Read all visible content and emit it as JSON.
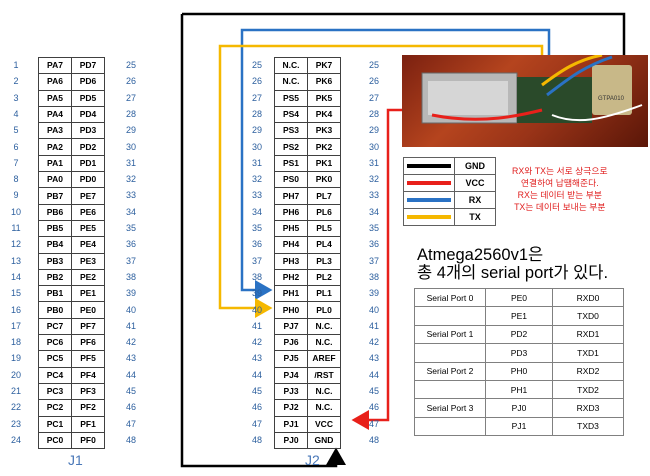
{
  "j1": {
    "left_numbers": [
      "1",
      "2",
      "3",
      "4",
      "5",
      "6",
      "7",
      "8",
      "9",
      "10",
      "11",
      "12",
      "13",
      "14",
      "15",
      "16",
      "17",
      "18",
      "19",
      "20",
      "21",
      "22",
      "23",
      "24"
    ],
    "right_numbers": [
      "25",
      "26",
      "27",
      "28",
      "29",
      "30",
      "31",
      "32",
      "33",
      "34",
      "35",
      "36",
      "37",
      "38",
      "39",
      "40",
      "41",
      "42",
      "43",
      "44",
      "45",
      "46",
      "47",
      "48"
    ],
    "col1": [
      "PA7",
      "PA6",
      "PA5",
      "PA4",
      "PA3",
      "PA2",
      "PA1",
      "PA0",
      "PB7",
      "PB6",
      "PB5",
      "PB4",
      "PB3",
      "PB2",
      "PB1",
      "PB0",
      "PC7",
      "PC6",
      "PC5",
      "PC4",
      "PC3",
      "PC2",
      "PC1",
      "PC0"
    ],
    "col2": [
      "PD7",
      "PD6",
      "PD5",
      "PD4",
      "PD3",
      "PD2",
      "PD1",
      "PD0",
      "PE7",
      "PE6",
      "PE5",
      "PE4",
      "PE3",
      "PE2",
      "PE1",
      "PE0",
      "PF7",
      "PF6",
      "PF5",
      "PF4",
      "PF3",
      "PF2",
      "PF1",
      "PF0"
    ],
    "label": "J1"
  },
  "j2": {
    "left_numbers": [
      "25",
      "26",
      "27",
      "28",
      "29",
      "30",
      "31",
      "32",
      "33",
      "34",
      "35",
      "36",
      "37",
      "38",
      "39",
      "40",
      "41",
      "42",
      "43",
      "44",
      "45",
      "46",
      "47",
      "48"
    ],
    "right_numbers": [
      "25",
      "26",
      "27",
      "28",
      "29",
      "30",
      "31",
      "32",
      "33",
      "34",
      "35",
      "36",
      "37",
      "38",
      "39",
      "40",
      "41",
      "42",
      "43",
      "44",
      "45",
      "46",
      "47",
      "48"
    ],
    "col1": [
      "N.C.",
      "N.C.",
      "PS5",
      "PS4",
      "PS3",
      "PS2",
      "PS1",
      "PS0",
      "PH7",
      "PH6",
      "PH5",
      "PH4",
      "PH3",
      "PH2",
      "PH1",
      "PH0",
      "PJ7",
      "PJ6",
      "PJ5",
      "PJ4",
      "PJ3",
      "PJ2",
      "PJ1",
      "PJ0"
    ],
    "col2": [
      "PK7",
      "PK6",
      "PK5",
      "PK4",
      "PK3",
      "PK2",
      "PK1",
      "PK0",
      "PL7",
      "PL6",
      "PL5",
      "PL4",
      "PL3",
      "PL2",
      "PL1",
      "PL0",
      "N.C.",
      "N.C.",
      "AREF",
      "/RST",
      "N.C.",
      "N.C.",
      "VCC",
      "GND"
    ],
    "label": "J2"
  },
  "photo": {
    "board_text": "GTPA010"
  },
  "legend": [
    {
      "label": "GND",
      "color": "#000000"
    },
    {
      "label": "VCC",
      "color": "#e8201a"
    },
    {
      "label": "RX",
      "color": "#2a72c4"
    },
    {
      "label": "TX",
      "color": "#f5b800"
    }
  ],
  "note": [
    "RX와 TX는 서로 상극으로",
    "연결하여 납땜해준다.",
    "RX는 데이터 받는 부분",
    "TX는 데이터 보내는 부분"
  ],
  "heading": [
    "Atmega2560v1은",
    "총 4개의 serial port가 있다."
  ],
  "serial_ports": [
    [
      "Serial Port 0",
      "PE0",
      "RXD0"
    ],
    [
      "",
      "PE1",
      "TXD0"
    ],
    [
      "Serial Port 1",
      "PD2",
      "RXD1"
    ],
    [
      "",
      "PD3",
      "TXD1"
    ],
    [
      "Serial Port 2",
      "PH0",
      "RXD2"
    ],
    [
      "",
      "PH1",
      "TXD2"
    ],
    [
      "Serial Port 3",
      "PJ0",
      "RXD3"
    ],
    [
      "",
      "PJ1",
      "TXD3"
    ]
  ],
  "colors": {
    "gnd": "#000000",
    "vcc": "#e8201a",
    "rx": "#2a72c4",
    "tx": "#f5b800"
  }
}
